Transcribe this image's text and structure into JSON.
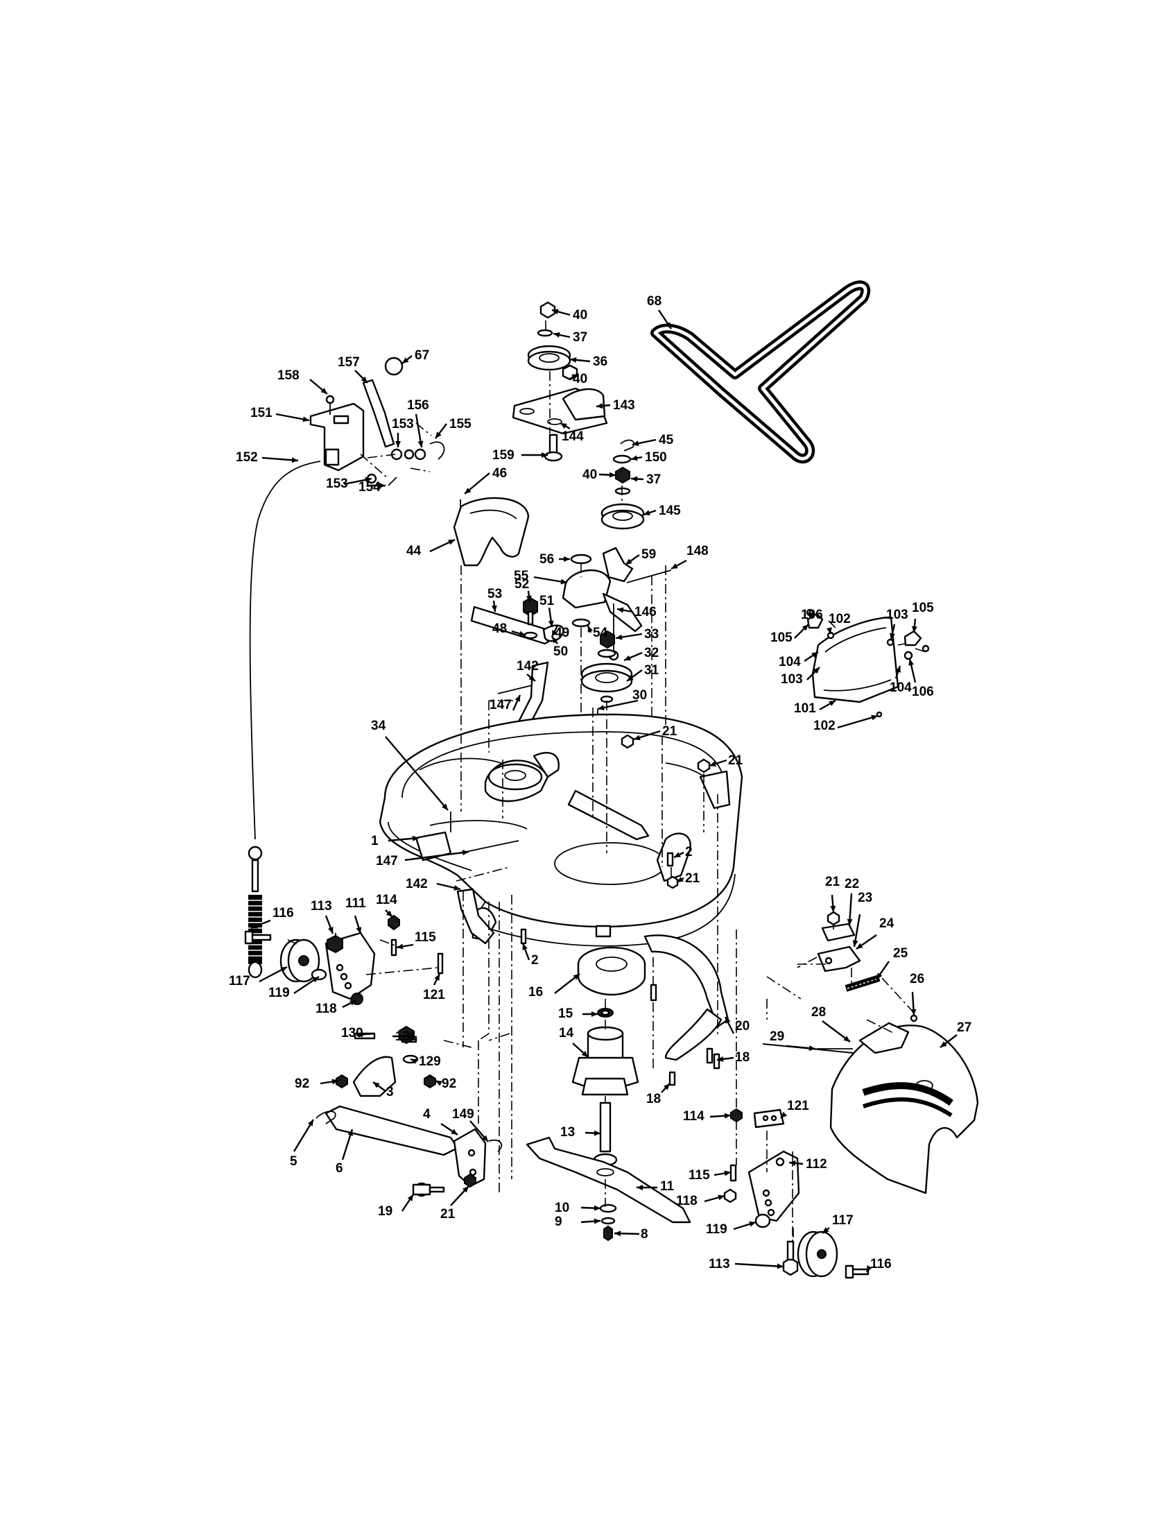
{
  "callouts": [
    {
      "label": "40"
    },
    {
      "label": "37"
    },
    {
      "label": "36"
    },
    {
      "label": "40"
    },
    {
      "label": "143"
    },
    {
      "label": "144"
    },
    {
      "label": "159"
    },
    {
      "label": "45"
    },
    {
      "label": "150"
    },
    {
      "label": "40"
    },
    {
      "label": "37"
    },
    {
      "label": "145"
    },
    {
      "label": "68"
    },
    {
      "label": "67"
    },
    {
      "label": "157"
    },
    {
      "label": "158"
    },
    {
      "label": "151"
    },
    {
      "label": "156"
    },
    {
      "label": "153"
    },
    {
      "label": "155"
    },
    {
      "label": "152"
    },
    {
      "label": "153"
    },
    {
      "label": "154"
    },
    {
      "label": "46"
    },
    {
      "label": "44"
    },
    {
      "label": "56"
    },
    {
      "label": "59"
    },
    {
      "label": "148"
    },
    {
      "label": "55"
    },
    {
      "label": "53"
    },
    {
      "label": "52"
    },
    {
      "label": "51"
    },
    {
      "label": "146"
    },
    {
      "label": "48"
    },
    {
      "label": "54"
    },
    {
      "label": "33"
    },
    {
      "label": "49"
    },
    {
      "label": "32"
    },
    {
      "label": "50"
    },
    {
      "label": "31"
    },
    {
      "label": "142"
    },
    {
      "label": "30"
    },
    {
      "label": "147"
    },
    {
      "label": "21"
    },
    {
      "label": "21"
    },
    {
      "label": "34"
    },
    {
      "label": "1"
    },
    {
      "label": "147"
    },
    {
      "label": "2"
    },
    {
      "label": "21"
    },
    {
      "label": "142"
    },
    {
      "label": "106"
    },
    {
      "label": "105"
    },
    {
      "label": "102"
    },
    {
      "label": "103"
    },
    {
      "label": "105"
    },
    {
      "label": "104"
    },
    {
      "label": "103"
    },
    {
      "label": "104"
    },
    {
      "label": "106"
    },
    {
      "label": "101"
    },
    {
      "label": "102"
    },
    {
      "label": "116"
    },
    {
      "label": "113"
    },
    {
      "label": "111"
    },
    {
      "label": "114"
    },
    {
      "label": "115"
    },
    {
      "label": "117"
    },
    {
      "label": "119"
    },
    {
      "label": "121"
    },
    {
      "label": "118"
    },
    {
      "label": "2"
    },
    {
      "label": "16"
    },
    {
      "label": "21"
    },
    {
      "label": "22"
    },
    {
      "label": "23"
    },
    {
      "label": "24"
    },
    {
      "label": "25"
    },
    {
      "label": "26"
    },
    {
      "label": "15"
    },
    {
      "label": "14"
    },
    {
      "label": "20"
    },
    {
      "label": "28"
    },
    {
      "label": "27"
    },
    {
      "label": "29"
    },
    {
      "label": "18"
    },
    {
      "label": "18"
    },
    {
      "label": "130"
    },
    {
      "label": "131"
    },
    {
      "label": "129"
    },
    {
      "label": "92"
    },
    {
      "label": "92"
    },
    {
      "label": "3"
    },
    {
      "label": "149"
    },
    {
      "label": "4"
    },
    {
      "label": "5"
    },
    {
      "label": "6"
    },
    {
      "label": "19"
    },
    {
      "label": "21"
    },
    {
      "label": "13"
    },
    {
      "label": "11"
    },
    {
      "label": "10"
    },
    {
      "label": "9"
    },
    {
      "label": "8"
    },
    {
      "label": "114"
    },
    {
      "label": "121"
    },
    {
      "label": "115"
    },
    {
      "label": "112"
    },
    {
      "label": "118"
    },
    {
      "label": "119"
    },
    {
      "label": "117"
    },
    {
      "label": "113"
    },
    {
      "label": "116"
    }
  ]
}
